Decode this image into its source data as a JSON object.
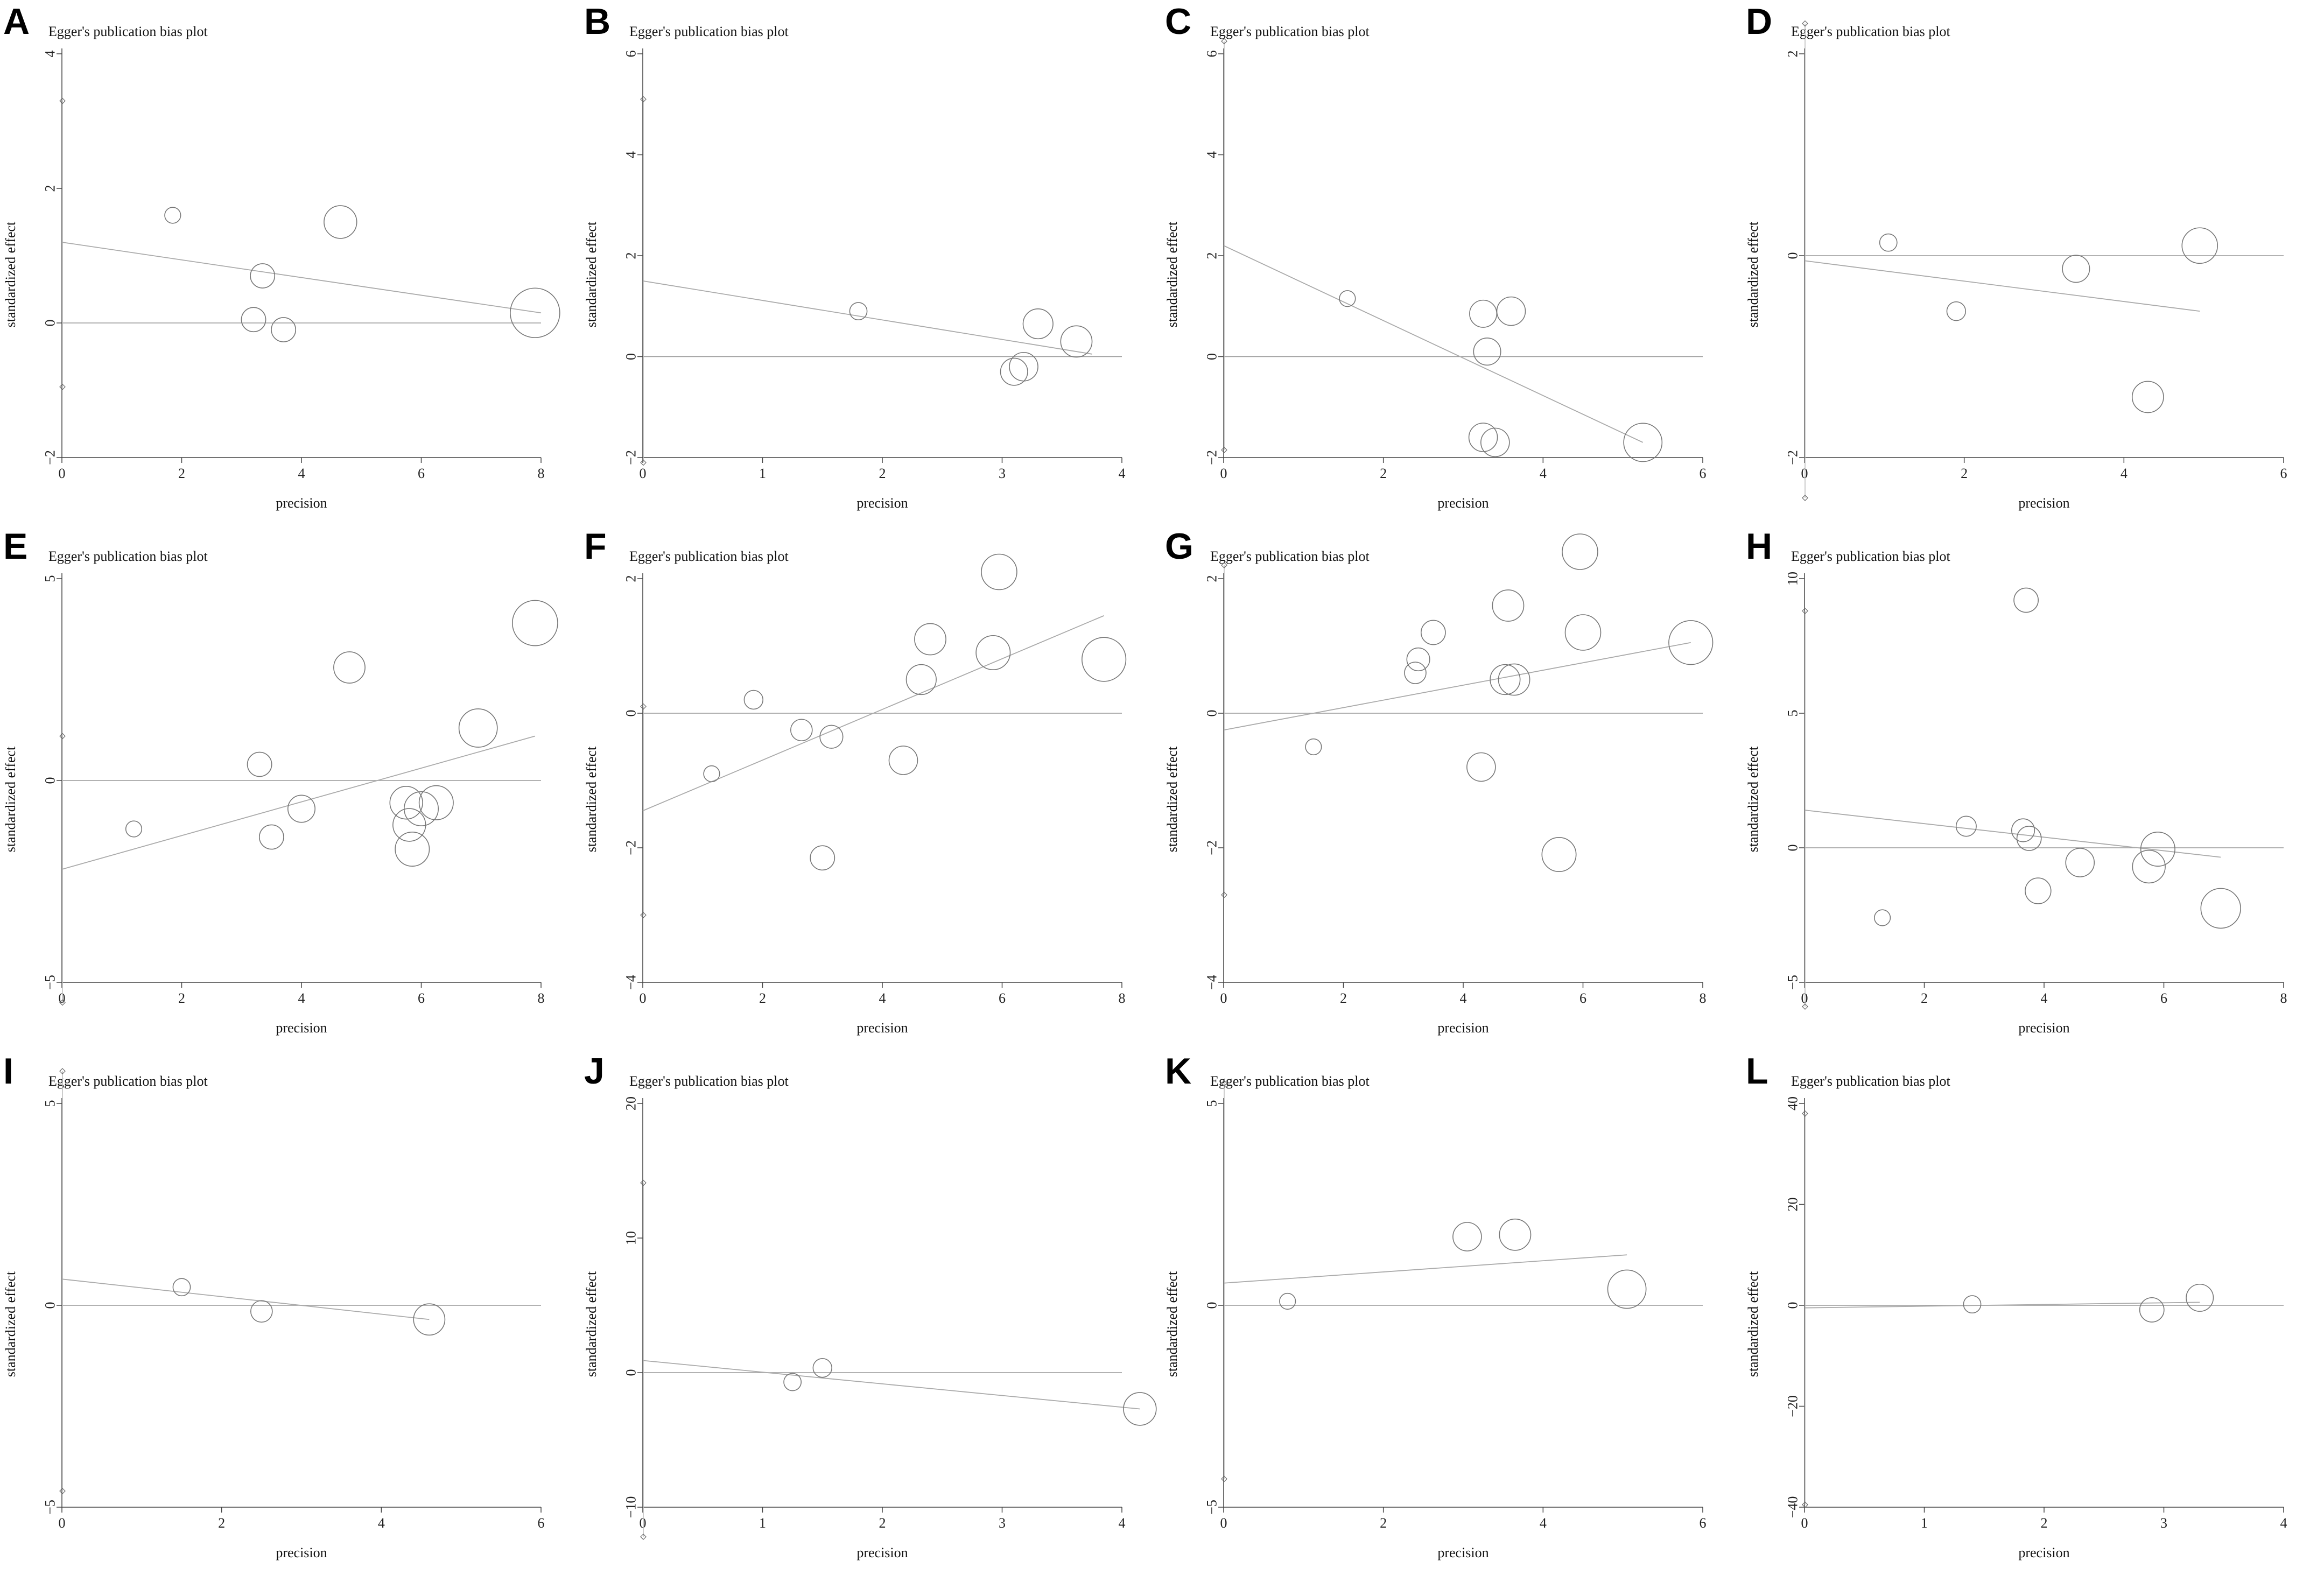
{
  "chart_data": [
    {
      "panel": "A",
      "type": "scatter",
      "title": "Egger's publication bias plot",
      "xlabel": "precision",
      "ylabel": "standardized effect",
      "xlim": [
        0,
        8
      ],
      "ylim": [
        -2,
        4
      ],
      "xticks": [
        0,
        2,
        4,
        6,
        8
      ],
      "yticks": [
        -2,
        0,
        2,
        4
      ],
      "ticklabels_y": [
        "−2",
        "0",
        "2",
        "4"
      ],
      "ci_intercept": [
        -0.95,
        3.3
      ],
      "regression": {
        "x": [
          0,
          8
        ],
        "y": [
          1.2,
          0.15
        ]
      },
      "points": [
        [
          1.85,
          1.6,
          0.3
        ],
        [
          3.35,
          0.7,
          0.6
        ],
        [
          3.2,
          0.05,
          0.6
        ],
        [
          3.7,
          -0.1,
          0.6
        ],
        [
          4.65,
          1.5,
          0.9
        ],
        [
          7.9,
          0.15,
          1.5
        ]
      ]
    },
    {
      "panel": "B",
      "type": "scatter",
      "title": "Egger's publication bias plot",
      "xlabel": "precision",
      "ylabel": "standardized effect",
      "xlim": [
        0,
        4
      ],
      "ylim": [
        -2,
        6
      ],
      "xticks": [
        0,
        1,
        2,
        3,
        4
      ],
      "yticks": [
        -2,
        0,
        2,
        4,
        6
      ],
      "ticklabels_y": [
        "−2",
        "0",
        "2",
        "4",
        "6"
      ],
      "ci_intercept": [
        -2.1,
        5.1
      ],
      "regression": {
        "x": [
          0,
          3.75
        ],
        "y": [
          1.5,
          0.05
        ]
      },
      "points": [
        [
          1.8,
          0.9,
          0.35
        ],
        [
          3.1,
          -0.3,
          0.7
        ],
        [
          3.18,
          -0.2,
          0.75
        ],
        [
          3.3,
          0.65,
          0.8
        ],
        [
          3.62,
          0.3,
          0.85
        ]
      ]
    },
    {
      "panel": "C",
      "type": "scatter",
      "title": "Egger's publication bias plot",
      "xlabel": "precision",
      "ylabel": "standardized effect",
      "xlim": [
        0,
        6
      ],
      "ylim": [
        -2,
        6
      ],
      "xticks": [
        0,
        2,
        4,
        6
      ],
      "yticks": [
        -2,
        0,
        2,
        4,
        6
      ],
      "ticklabels_y": [
        "−2",
        "0",
        "2",
        "4",
        "6"
      ],
      "ci_intercept": [
        -1.85,
        6.25
      ],
      "regression": {
        "x": [
          0,
          5.25
        ],
        "y": [
          2.2,
          -1.7
        ]
      },
      "points": [
        [
          1.55,
          1.15,
          0.3
        ],
        [
          3.25,
          0.85,
          0.7
        ],
        [
          3.3,
          0.1,
          0.7
        ],
        [
          3.6,
          0.9,
          0.75
        ],
        [
          3.25,
          -1.6,
          0.75
        ],
        [
          3.4,
          -1.7,
          0.75
        ],
        [
          5.25,
          -1.7,
          1.1
        ]
      ]
    },
    {
      "panel": "D",
      "type": "scatter",
      "title": "Egger's publication bias plot",
      "xlabel": "precision",
      "ylabel": "standardized effect",
      "xlim": [
        0,
        6
      ],
      "ylim": [
        -2,
        2
      ],
      "xticks": [
        0,
        2,
        4,
        6
      ],
      "yticks": [
        -2,
        0,
        2
      ],
      "ticklabels_y": [
        "−2",
        "0",
        "2"
      ],
      "ci_intercept": [
        -2.4,
        2.3
      ],
      "regression": {
        "x": [
          0,
          4.95
        ],
        "y": [
          -0.05,
          -0.55
        ]
      },
      "points": [
        [
          1.05,
          0.13,
          0.35
        ],
        [
          1.9,
          -0.55,
          0.4
        ],
        [
          3.4,
          -0.13,
          0.7
        ],
        [
          4.3,
          -1.4,
          0.85
        ],
        [
          4.95,
          0.1,
          1.0
        ]
      ]
    },
    {
      "panel": "E",
      "type": "scatter",
      "title": "Egger's publication bias plot",
      "xlabel": "precision",
      "ylabel": "standardized effect",
      "xlim": [
        0,
        8
      ],
      "ylim": [
        -5,
        5
      ],
      "xticks": [
        0,
        2,
        4,
        6,
        8
      ],
      "yticks": [
        -5,
        0,
        5
      ],
      "ticklabels_y": [
        "−5",
        "0",
        "5"
      ],
      "ci_intercept": [
        -5.5,
        1.1
      ],
      "regression": {
        "x": [
          0,
          7.9
        ],
        "y": [
          -2.2,
          1.1
        ]
      },
      "points": [
        [
          1.2,
          -1.2,
          0.3
        ],
        [
          3.3,
          0.4,
          0.6
        ],
        [
          3.5,
          -1.4,
          0.6
        ],
        [
          4.0,
          -0.7,
          0.7
        ],
        [
          4.8,
          2.8,
          0.85
        ],
        [
          5.75,
          -0.55,
          0.9
        ],
        [
          5.8,
          -1.1,
          0.9
        ],
        [
          5.85,
          -1.7,
          0.95
        ],
        [
          6.0,
          -0.7,
          0.95
        ],
        [
          6.25,
          -0.55,
          0.95
        ],
        [
          6.95,
          1.3,
          1.1
        ],
        [
          7.9,
          3.9,
          1.35
        ]
      ]
    },
    {
      "panel": "F",
      "type": "scatter",
      "title": "Egger's publication bias plot",
      "xlabel": "precision",
      "ylabel": "standardized effect",
      "xlim": [
        0,
        8
      ],
      "ylim": [
        -4,
        2
      ],
      "xticks": [
        0,
        2,
        4,
        6,
        8
      ],
      "yticks": [
        -4,
        -2,
        0,
        2
      ],
      "ticklabels_y": [
        "−4",
        "−2",
        "0",
        "2"
      ],
      "ci_intercept": [
        -3.0,
        0.1
      ],
      "regression": {
        "x": [
          0,
          7.7
        ],
        "y": [
          -1.45,
          1.45
        ]
      },
      "points": [
        [
          1.15,
          -0.9,
          0.3
        ],
        [
          1.85,
          0.2,
          0.4
        ],
        [
          2.65,
          -0.25,
          0.5
        ],
        [
          3.15,
          -0.35,
          0.55
        ],
        [
          3.0,
          -2.15,
          0.6
        ],
        [
          4.35,
          -0.7,
          0.75
        ],
        [
          4.65,
          0.5,
          0.8
        ],
        [
          4.8,
          1.1,
          0.85
        ],
        [
          5.85,
          0.9,
          0.95
        ],
        [
          5.95,
          2.1,
          1.0
        ],
        [
          7.7,
          0.8,
          1.3
        ]
      ]
    },
    {
      "panel": "G",
      "type": "scatter",
      "title": "Egger's publication bias plot",
      "xlabel": "precision",
      "ylabel": "standardized effect",
      "xlim": [
        0,
        8
      ],
      "ylim": [
        -4,
        2
      ],
      "xticks": [
        0,
        2,
        4,
        6,
        8
      ],
      "yticks": [
        -4,
        -2,
        0,
        2
      ],
      "ticklabels_y": [
        "−4",
        "−2",
        "0",
        "2"
      ],
      "ci_intercept": [
        -2.7,
        2.2
      ],
      "regression": {
        "x": [
          0,
          7.8
        ],
        "y": [
          -0.25,
          1.05
        ]
      },
      "points": [
        [
          1.5,
          -0.5,
          0.3
        ],
        [
          3.2,
          0.6,
          0.5
        ],
        [
          3.25,
          0.8,
          0.55
        ],
        [
          3.5,
          1.2,
          0.6
        ],
        [
          4.3,
          -0.8,
          0.75
        ],
        [
          4.7,
          0.5,
          0.8
        ],
        [
          4.75,
          1.6,
          0.85
        ],
        [
          4.85,
          0.5,
          0.85
        ],
        [
          5.6,
          -2.1,
          0.95
        ],
        [
          5.95,
          2.4,
          1.0
        ],
        [
          6.0,
          1.2,
          1.0
        ],
        [
          7.8,
          1.05,
          1.3
        ]
      ]
    },
    {
      "panel": "H",
      "type": "scatter",
      "title": "Egger's publication bias plot",
      "xlabel": "precision",
      "ylabel": "standardized effect",
      "xlim": [
        0,
        8
      ],
      "ylim": [
        -5,
        10
      ],
      "xticks": [
        0,
        2,
        4,
        6,
        8
      ],
      "yticks": [
        -5,
        0,
        5,
        10
      ],
      "ticklabels_y": [
        "−5",
        "0",
        "5",
        "10"
      ],
      "ci_intercept": [
        -5.9,
        8.8
      ],
      "regression": {
        "x": [
          0,
          6.95
        ],
        "y": [
          1.4,
          -0.35
        ]
      },
      "points": [
        [
          1.3,
          -2.6,
          0.3
        ],
        [
          2.7,
          0.8,
          0.45
        ],
        [
          3.65,
          0.65,
          0.55
        ],
        [
          3.7,
          9.2,
          0.6
        ],
        [
          3.75,
          0.35,
          0.6
        ],
        [
          3.9,
          -1.6,
          0.65
        ],
        [
          4.6,
          -0.55,
          0.75
        ],
        [
          5.75,
          -0.7,
          0.9
        ],
        [
          5.9,
          -0.05,
          0.95
        ],
        [
          6.95,
          -2.25,
          1.15
        ]
      ]
    },
    {
      "panel": "I",
      "type": "scatter",
      "title": "Egger's publication bias plot",
      "xlabel": "precision",
      "ylabel": "standardized effect",
      "xlim": [
        0,
        6
      ],
      "ylim": [
        -5,
        5
      ],
      "xticks": [
        0,
        2,
        4,
        6
      ],
      "yticks": [
        -5,
        0,
        5
      ],
      "ticklabels_y": [
        "−5",
        "0",
        "5"
      ],
      "ci_intercept": [
        -4.6,
        5.8
      ],
      "regression": {
        "x": [
          0,
          4.6
        ],
        "y": [
          0.65,
          -0.35
        ]
      },
      "points": [
        [
          1.5,
          0.45,
          0.35
        ],
        [
          2.5,
          -0.15,
          0.5
        ],
        [
          4.6,
          -0.35,
          0.85
        ]
      ]
    },
    {
      "panel": "J",
      "type": "scatter",
      "title": "Egger's publication bias plot",
      "xlabel": "precision",
      "ylabel": "standardized effect",
      "xlim": [
        0,
        4
      ],
      "ylim": [
        -10,
        20
      ],
      "xticks": [
        0,
        1,
        2,
        3,
        4
      ],
      "yticks": [
        -10,
        0,
        10,
        20
      ],
      "ticklabels_y": [
        "−10",
        "0",
        "10",
        "20"
      ],
      "ci_intercept": [
        -12.2,
        14.1
      ],
      "regression": {
        "x": [
          0,
          4.15
        ],
        "y": [
          0.9,
          -2.7
        ]
      },
      "points": [
        [
          1.25,
          -0.7,
          0.35
        ],
        [
          1.5,
          0.35,
          0.4
        ],
        [
          4.15,
          -2.7,
          0.9
        ]
      ]
    },
    {
      "panel": "K",
      "type": "scatter",
      "title": "Egger's publication bias plot",
      "xlabel": "precision",
      "ylabel": "standardized effect",
      "xlim": [
        0,
        6
      ],
      "ylim": [
        -5,
        5
      ],
      "xticks": [
        0,
        2,
        4,
        6
      ],
      "yticks": [
        -5,
        0,
        5
      ],
      "ticklabels_y": [
        "−5",
        "0",
        "5"
      ],
      "ci_intercept": [
        -4.3,
        5.5
      ],
      "regression": {
        "x": [
          0,
          5.05
        ],
        "y": [
          0.55,
          1.25
        ]
      },
      "points": [
        [
          0.8,
          0.1,
          0.3
        ],
        [
          3.05,
          1.7,
          0.75
        ],
        [
          3.65,
          1.75,
          0.85
        ],
        [
          5.05,
          0.4,
          1.1
        ]
      ]
    },
    {
      "panel": "L",
      "type": "scatter",
      "title": "Egger's publication bias plot",
      "xlabel": "precision",
      "ylabel": "standardized effect",
      "xlim": [
        0,
        4
      ],
      "ylim": [
        -40,
        40
      ],
      "xticks": [
        0,
        1,
        2,
        3,
        4
      ],
      "yticks": [
        -40,
        -20,
        0,
        20,
        40
      ],
      "ticklabels_y": [
        "−40",
        "−20",
        "0",
        "20",
        "40"
      ],
      "ci_intercept": [
        -39.5,
        38.0
      ],
      "regression": {
        "x": [
          0,
          3.3
        ],
        "y": [
          -0.5,
          0.6
        ]
      },
      "points": [
        [
          1.4,
          0.2,
          0.35
        ],
        [
          2.9,
          -0.9,
          0.6
        ],
        [
          3.3,
          1.5,
          0.7
        ]
      ]
    }
  ]
}
